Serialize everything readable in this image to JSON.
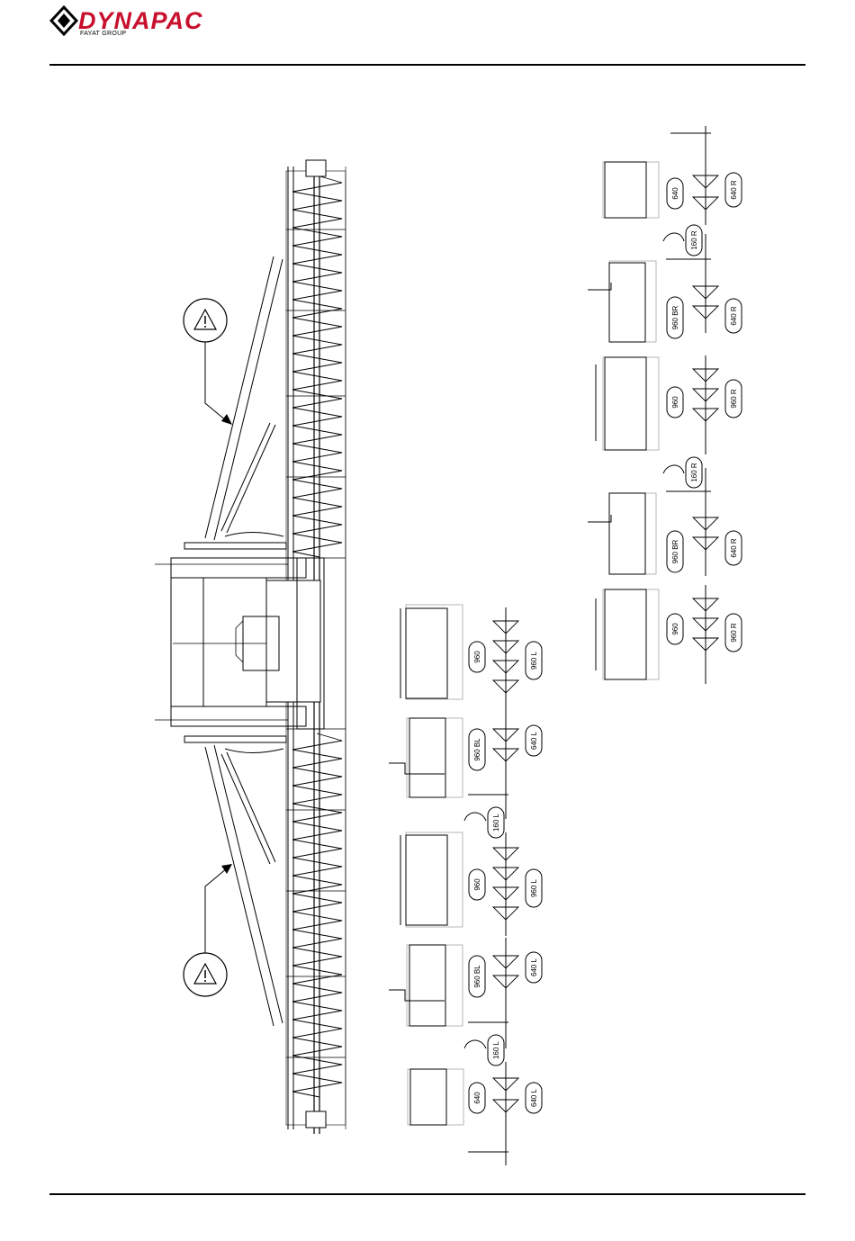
{
  "header": {
    "brand": "DYNAPAC",
    "tagline": "FAYAT GROUP"
  },
  "diagram": {
    "warning_symbol": "warning-triangle-icon",
    "left_modules": [
      {
        "block_label": "960",
        "auger_label": "960 L"
      },
      {
        "block_label": "960 BL",
        "auger_label": "640 L",
        "end_label": "160 L"
      },
      {
        "block_label": "960",
        "auger_label": "960 L"
      },
      {
        "block_label": "960 BL",
        "auger_label": "640 L",
        "end_label": "160 L"
      },
      {
        "block_label": "640",
        "auger_label": "640 L"
      }
    ],
    "right_modules": [
      {
        "block_label": "960",
        "auger_label": "960 R"
      },
      {
        "block_label": "960 BR",
        "auger_label": "640 R",
        "end_label": "160 R"
      },
      {
        "block_label": "960",
        "auger_label": "960 R"
      },
      {
        "block_label": "960 BR",
        "auger_label": "640 R",
        "end_label": "160 R"
      },
      {
        "block_label": "640",
        "auger_label": "640 R"
      }
    ]
  }
}
